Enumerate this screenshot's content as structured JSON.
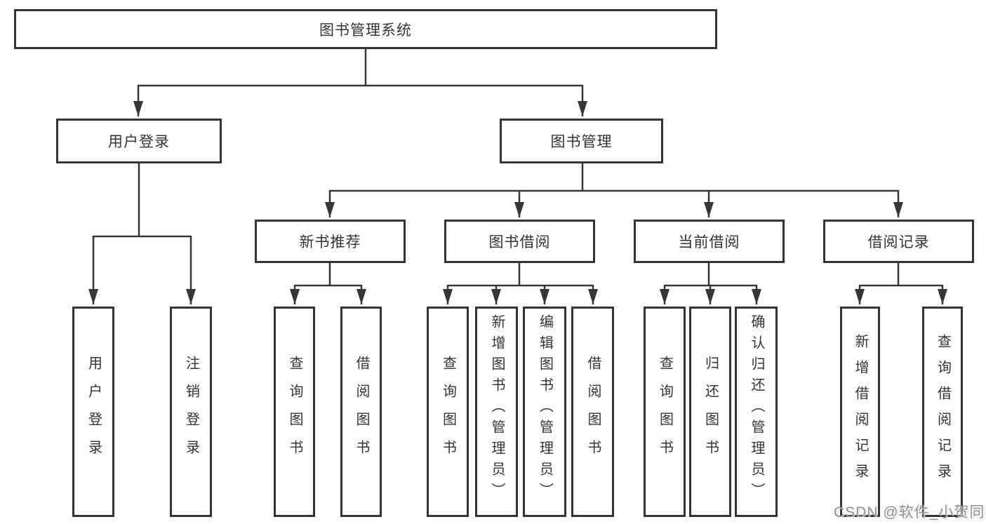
{
  "diagram_type": "hierarchy-tree",
  "colors": {
    "background": "#ffffff",
    "line": "#363636",
    "box_border": "#343434",
    "text": "#333333",
    "watermark": "#909090"
  },
  "tree": {
    "label": "图书管理系统",
    "children": [
      {
        "label": "用户登录",
        "children": [
          {
            "label": "用户登录"
          },
          {
            "label": "注销登录"
          }
        ]
      },
      {
        "label": "图书管理",
        "children": [
          {
            "label": "新书推荐",
            "children": [
              {
                "label": "查询图书"
              },
              {
                "label": "借阅图书"
              }
            ]
          },
          {
            "label": "图书借阅",
            "children": [
              {
                "label": "查询图书"
              },
              {
                "label": "新增图书（管理员）"
              },
              {
                "label": "编辑图书（管理员）"
              },
              {
                "label": "借阅图书"
              }
            ]
          },
          {
            "label": "当前借阅",
            "children": [
              {
                "label": "查询图书"
              },
              {
                "label": "归还图书"
              },
              {
                "label": "确认归还（管理员）"
              }
            ]
          },
          {
            "label": "借阅记录",
            "children": [
              {
                "label": "新增借阅记录"
              },
              {
                "label": "查询借阅记录"
              }
            ]
          }
        ]
      }
    ]
  },
  "watermark": {
    "text": "CSDN @软件_小贺同学"
  }
}
